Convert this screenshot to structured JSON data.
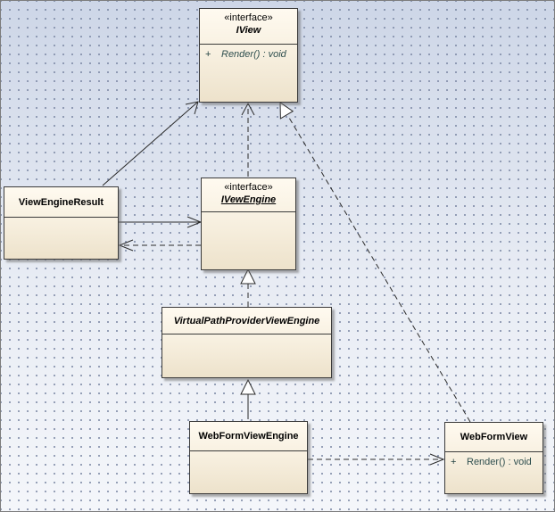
{
  "classes": {
    "iview": {
      "stereotype": "«interface»",
      "name": "IView",
      "ops": [
        {
          "vis": "+",
          "sig": "Render() : void"
        }
      ]
    },
    "iviewengine": {
      "stereotype": "«interface»",
      "name": "IVewEngine"
    },
    "viewengineresult": {
      "name": "ViewEngineResult"
    },
    "vppve": {
      "name": "VirtualPathProviderViewEngine"
    },
    "webformviewengine": {
      "name": "WebFormViewEngine"
    },
    "webformview": {
      "name": "WebFormView",
      "ops": [
        {
          "vis": "+",
          "sig": "Render() : void"
        }
      ]
    }
  },
  "colors": {
    "border": "#3a3a3a",
    "operation_text": "#2f4f4f",
    "grid_dot": "#7e8aa6"
  }
}
